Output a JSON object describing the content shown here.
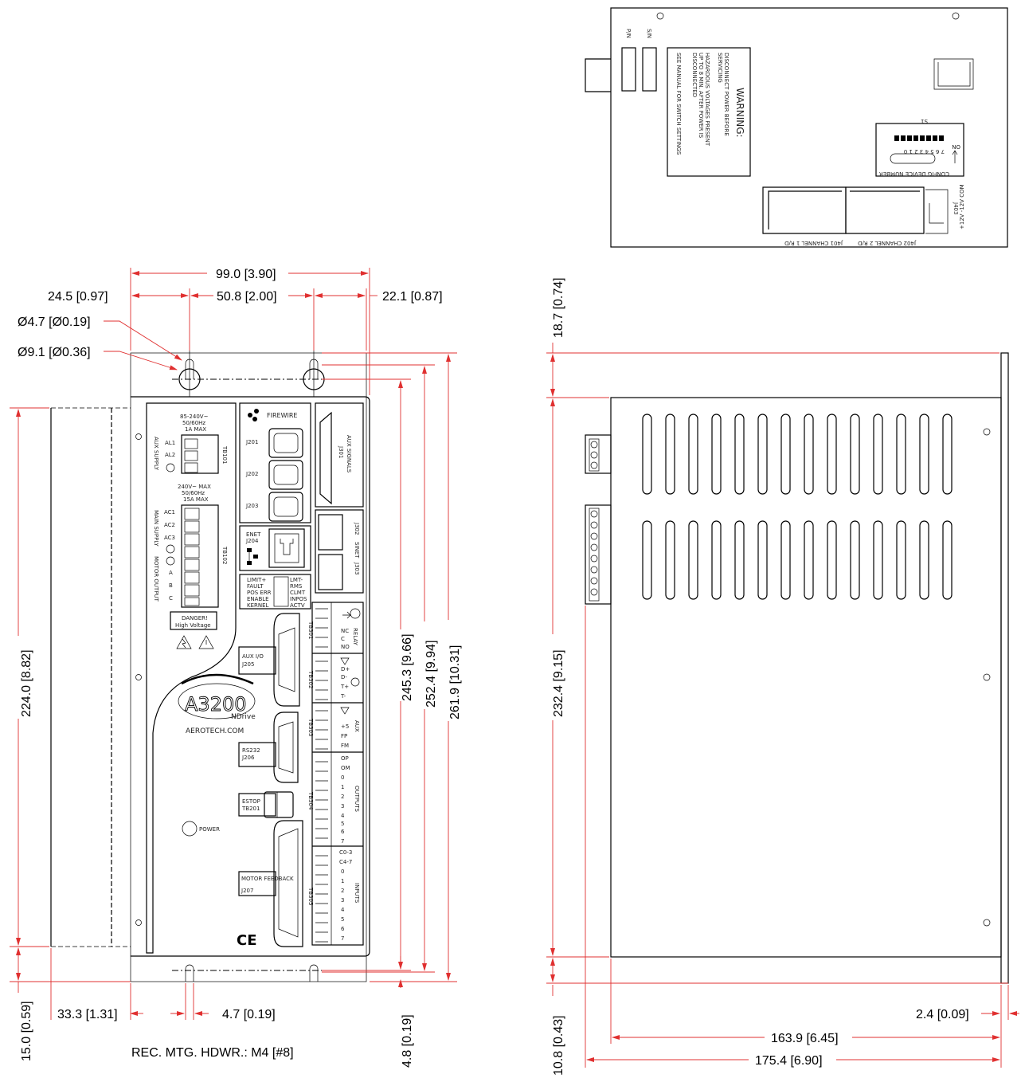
{
  "dimensions": {
    "width_overall": "99.0 [3.90]",
    "left_offset": "24.5 [0.97]",
    "hole_spacing": "50.8 [2.00]",
    "right_offset": "22.1 [0.87]",
    "hole_small_dia": "Ø4.7 [Ø0.19]",
    "hole_large_dia": "Ø9.1 [Ø0.36]",
    "height_body": "224.0 [8.82]",
    "height_holes": "245.3 [9.66]",
    "height_top_hole": "252.4 [9.94]",
    "height_overall": "261.9 [10.31]",
    "bottom_offset": "15.0 [0.59]",
    "depth_left": "33.3 [1.31]",
    "slot_width": "4.7 [0.19]",
    "slot_height": "4.8 [0.19]",
    "side_top_offset": "18.7 [0.74]",
    "side_height": "232.4 [9.15]",
    "side_bottom_offset": "10.8 [0.43]",
    "side_flange": "2.4 [0.09]",
    "side_depth": "163.9 [6.45]",
    "side_depth_overall": "175.4 [6.90]"
  },
  "notes": {
    "mounting_hardware": "REC. MTG. HDWR.: M4 [#8]"
  },
  "top_view": {
    "pn": "P/N",
    "sn": "S/N",
    "warning_title": "WARNING:",
    "warning_lines": [
      "DISCONNECT POWER BEFORE",
      "SERVICING",
      "HAZARDOUS VOLTAGES PRESENT",
      "UP TO 8 MIN. AFTER POWER IS",
      "DISCONNECTED",
      "SEE MANUAL FOR SWITCH SETTINGS"
    ],
    "s1": "S1",
    "switch_digits": "7 6 5 4 3 2 1 0",
    "switch_on": "ON",
    "config": "CONFIG DEVICE NUMBER",
    "j401": "J401  CHANNEL 1 R/D",
    "j402": "J402  CHANNEL 2 R/D",
    "j403": "J403",
    "power_pins": "+12V -12V COM"
  },
  "front_panel": {
    "aux_supply": "AUX SUPPLY",
    "aux_rating": [
      "85-240V~",
      "50/60Hz",
      "1A MAX"
    ],
    "tb101": "TB101",
    "al1": "AL1",
    "al2": "AL2",
    "main_supply": "MAIN SUPPLY",
    "motor_output": "MOTOR OUTPUT",
    "main_rating": [
      "240V~ MAX",
      "50/60Hz",
      "15A MAX"
    ],
    "tb102": "TB102",
    "ac1": "AC1",
    "ac2": "AC2",
    "ac3": "AC3",
    "a": "A",
    "b": "B",
    "c": "C",
    "danger": "DANGER!",
    "high_voltage": "High Voltage",
    "firewire": "FIREWIRE",
    "j201": "J201",
    "j202": "J202",
    "j203": "J203",
    "aux_signals": "AUX SIGNALS",
    "j301": "J301",
    "enet": "ENET",
    "j204": "J204",
    "j302": "J302",
    "j303": "J303",
    "sinet": "SINET",
    "status_left": [
      "LIMIT+",
      "FAULT",
      "POS ERR",
      "ENABLE",
      "KERNEL"
    ],
    "status_right": [
      "LMT-",
      "RMS",
      "CLMT",
      "INPOS",
      "ACTV"
    ],
    "aux_io": "AUX I/O",
    "j205": "J205",
    "tb301": "TB301",
    "tb302": "TB302",
    "tb303": "TB303",
    "tb304": "TB304",
    "tb305": "TB305",
    "relay": "RELAY",
    "relay_pins": [
      "NC",
      "C",
      "NO"
    ],
    "enc_pins": [
      "D+",
      "D-",
      "T+",
      "T-"
    ],
    "aux_label": "AUX",
    "aux_pins": [
      "+5",
      "FP",
      "FM"
    ],
    "outputs": "OUTPUTS",
    "out_pins": [
      "OP",
      "OM",
      "0",
      "1",
      "2",
      "3",
      "4",
      "5",
      "6",
      "7"
    ],
    "inputs": "INPUTS",
    "in_pins": [
      "C0-3",
      "C4-7",
      "0",
      "1",
      "2",
      "3",
      "4",
      "5",
      "6",
      "7"
    ],
    "rs232": "RS232",
    "j206": "J206",
    "estop": "ESTOP",
    "tb201": "TB201",
    "motor_feedback": "MOTOR FEEDBACK",
    "j207": "J207",
    "logo": "A3200",
    "logo_sub": "NDrive",
    "website": "AEROTECH.COM",
    "power": "POWER",
    "ce": "CE"
  }
}
